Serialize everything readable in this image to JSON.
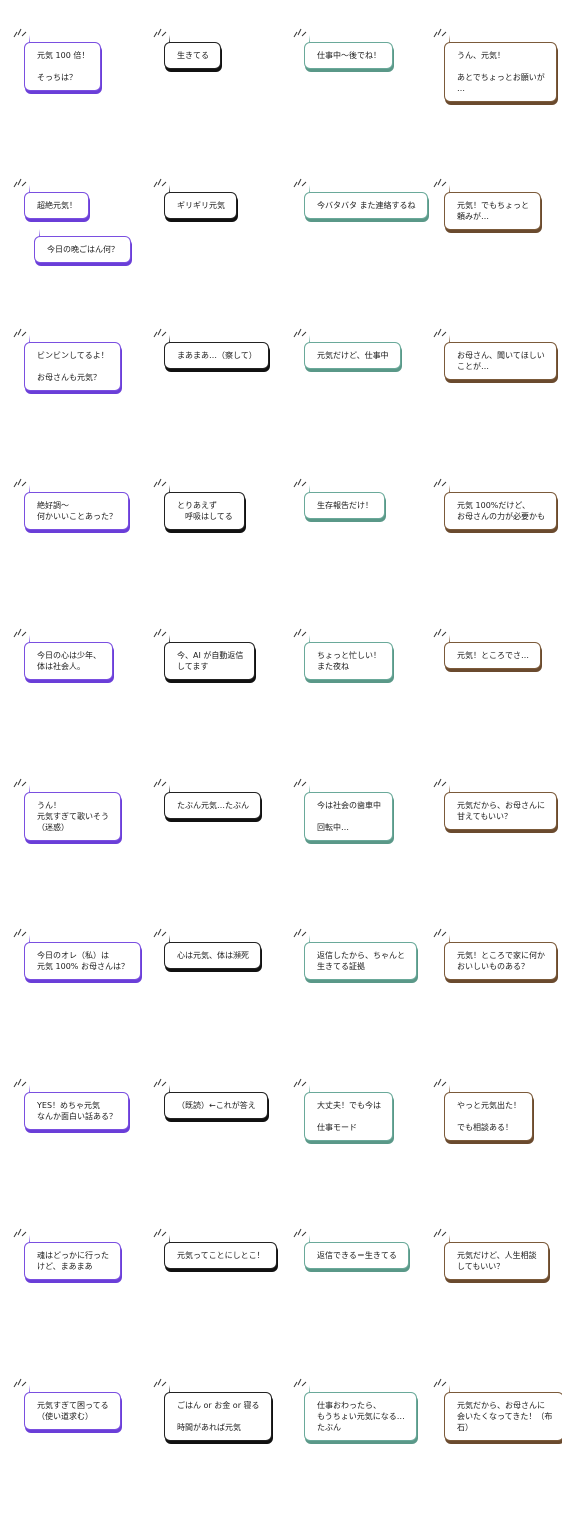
{
  "colors": {
    "purple": "#7a4fe0",
    "black": "#222222",
    "teal": "#6aa99a",
    "brown": "#7b5a3a"
  },
  "rows": [
    [
      {
        "text": "元気 100 倍！\n\nそっちは？",
        "color": "purple"
      },
      {
        "text": "生きてる",
        "color": "black"
      },
      {
        "text": "仕事中〜後でね！",
        "color": "teal"
      },
      {
        "text": "うん、元気！\n\nあとでちょっとお願いが\n…",
        "color": "brown"
      }
    ],
    [
      {
        "text": "超絶元気！",
        "color": "purple",
        "extra": "今日の晩ごはん何？"
      },
      {
        "text": "ギリギリ元気",
        "color": "black"
      },
      {
        "text": "今バタバタ また連絡するね",
        "color": "teal"
      },
      {
        "text": "元気！でもちょっと\n頼みが…",
        "color": "brown"
      }
    ],
    [
      {
        "text": "ビンビンしてるよ！\n\nお母さんも元気？",
        "color": "purple"
      },
      {
        "text": "まあまあ…（察して）",
        "color": "black"
      },
      {
        "text": "元気だけど、仕事中",
        "color": "teal"
      },
      {
        "text": "お母さん、聞いてほしい\nことが…",
        "color": "brown"
      }
    ],
    [
      {
        "text": "絶好調〜\n何かいいことあった？",
        "color": "purple"
      },
      {
        "text": "とりあえず\n　呼吸はしてる",
        "color": "black"
      },
      {
        "text": "生存報告だけ！",
        "color": "teal"
      },
      {
        "text": "元気 100%だけど、\nお母さんの力が必要かも",
        "color": "brown"
      }
    ],
    [
      {
        "text": "今日の心は少年、\n体は社会人。",
        "color": "purple"
      },
      {
        "text": "今、AI が自動返信\nしてます",
        "color": "black"
      },
      {
        "text": "ちょっと忙しい！\nまた夜ね",
        "color": "teal"
      },
      {
        "text": "元気！ところでさ…",
        "color": "brown"
      }
    ],
    [
      {
        "text": "うん！\n元気すぎて歌いそう\n（迷惑）",
        "color": "purple"
      },
      {
        "text": "たぶん元気…たぶん",
        "color": "black"
      },
      {
        "text": "今は社会の歯車中\n\n回転中…",
        "color": "teal"
      },
      {
        "text": "元気だから、お母さんに\n甘えてもいい？",
        "color": "brown"
      }
    ],
    [
      {
        "text": "今日のオレ（私）は\n元気 100% お母さんは？",
        "color": "purple"
      },
      {
        "text": "心は元気、体は瀕死",
        "color": "black"
      },
      {
        "text": "返信したから、ちゃんと\n生きてる証拠",
        "color": "teal"
      },
      {
        "text": "元気！ところで家に何か\nおいしいものある？",
        "color": "brown"
      }
    ],
    [
      {
        "text": "YES！めちゃ元気\nなんか面白い話ある？",
        "color": "purple"
      },
      {
        "text": "（既読）←これが答え",
        "color": "black"
      },
      {
        "text": "大丈夫！でも今は\n\n仕事モード",
        "color": "teal"
      },
      {
        "text": "やっと元気出た！\n\nでも相談ある！",
        "color": "brown"
      }
    ],
    [
      {
        "text": "魂はどっかに行った\nけど、まあまあ",
        "color": "purple"
      },
      {
        "text": "元気ってことにしとこ！",
        "color": "black"
      },
      {
        "text": "返信できる＝生きてる",
        "color": "teal"
      },
      {
        "text": "元気だけど、人生相談\nしてもいい？",
        "color": "brown"
      }
    ],
    [
      {
        "text": "元気すぎて困ってる\n（使い道求む）",
        "color": "purple"
      },
      {
        "text": "ごはん or お金 or 寝る\n\n時間があれば元気",
        "color": "black"
      },
      {
        "text": "仕事おわったら、\nもうちょい元気になる…\nたぶん",
        "color": "teal"
      },
      {
        "text": "元気だから、お母さんに\n会いたくなってきた！（布\n石）",
        "color": "brown"
      }
    ]
  ]
}
